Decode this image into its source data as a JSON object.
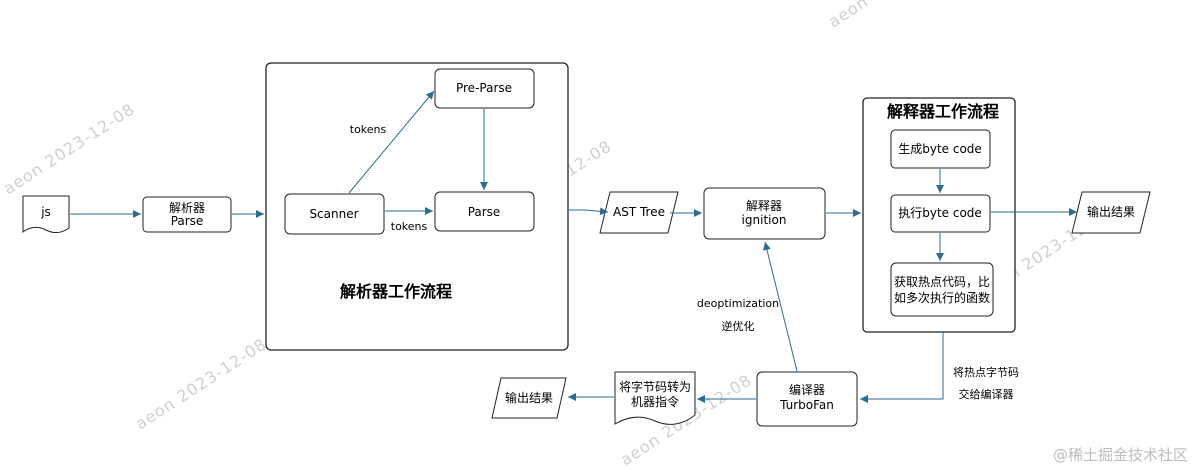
{
  "nodes": {
    "js": "js",
    "parser": {
      "line1": "解析器",
      "line2": "Parse"
    },
    "pre_parse": "Pre-Parse",
    "scanner": "Scanner",
    "parse": "Parse",
    "ast_tree": "AST Tree",
    "interpreter": {
      "line1": "解释器",
      "line2": "ignition"
    },
    "gen_bytecode": "生成byte code",
    "exec_bytecode": "执行byte code",
    "hot_code": {
      "line1": "获取热点代码，比",
      "line2": "如多次执行的函数"
    },
    "output_right": "输出结果",
    "compiler": {
      "line1": "编译器",
      "line2": "TurboFan"
    },
    "to_machine": {
      "line1": "将字节码转为",
      "line2": "机器指令"
    },
    "output_left": "输出结果"
  },
  "labels": {
    "tokens_top": "tokens",
    "tokens_bottom": "tokens",
    "deopt_en": "deoptimization",
    "deopt_zh": "逆优化",
    "hot_line1": "将热点字节码",
    "hot_line2": "交给编译器"
  },
  "titles": {
    "parser_flow": "解析器工作流程",
    "interpreter_flow": "解释器工作流程"
  },
  "watermark": "aeon  2023-12-08",
  "brand": "@稀土掘金技术社区",
  "colors": {
    "arrow": "#2a6d90",
    "stroke": "#222222"
  }
}
